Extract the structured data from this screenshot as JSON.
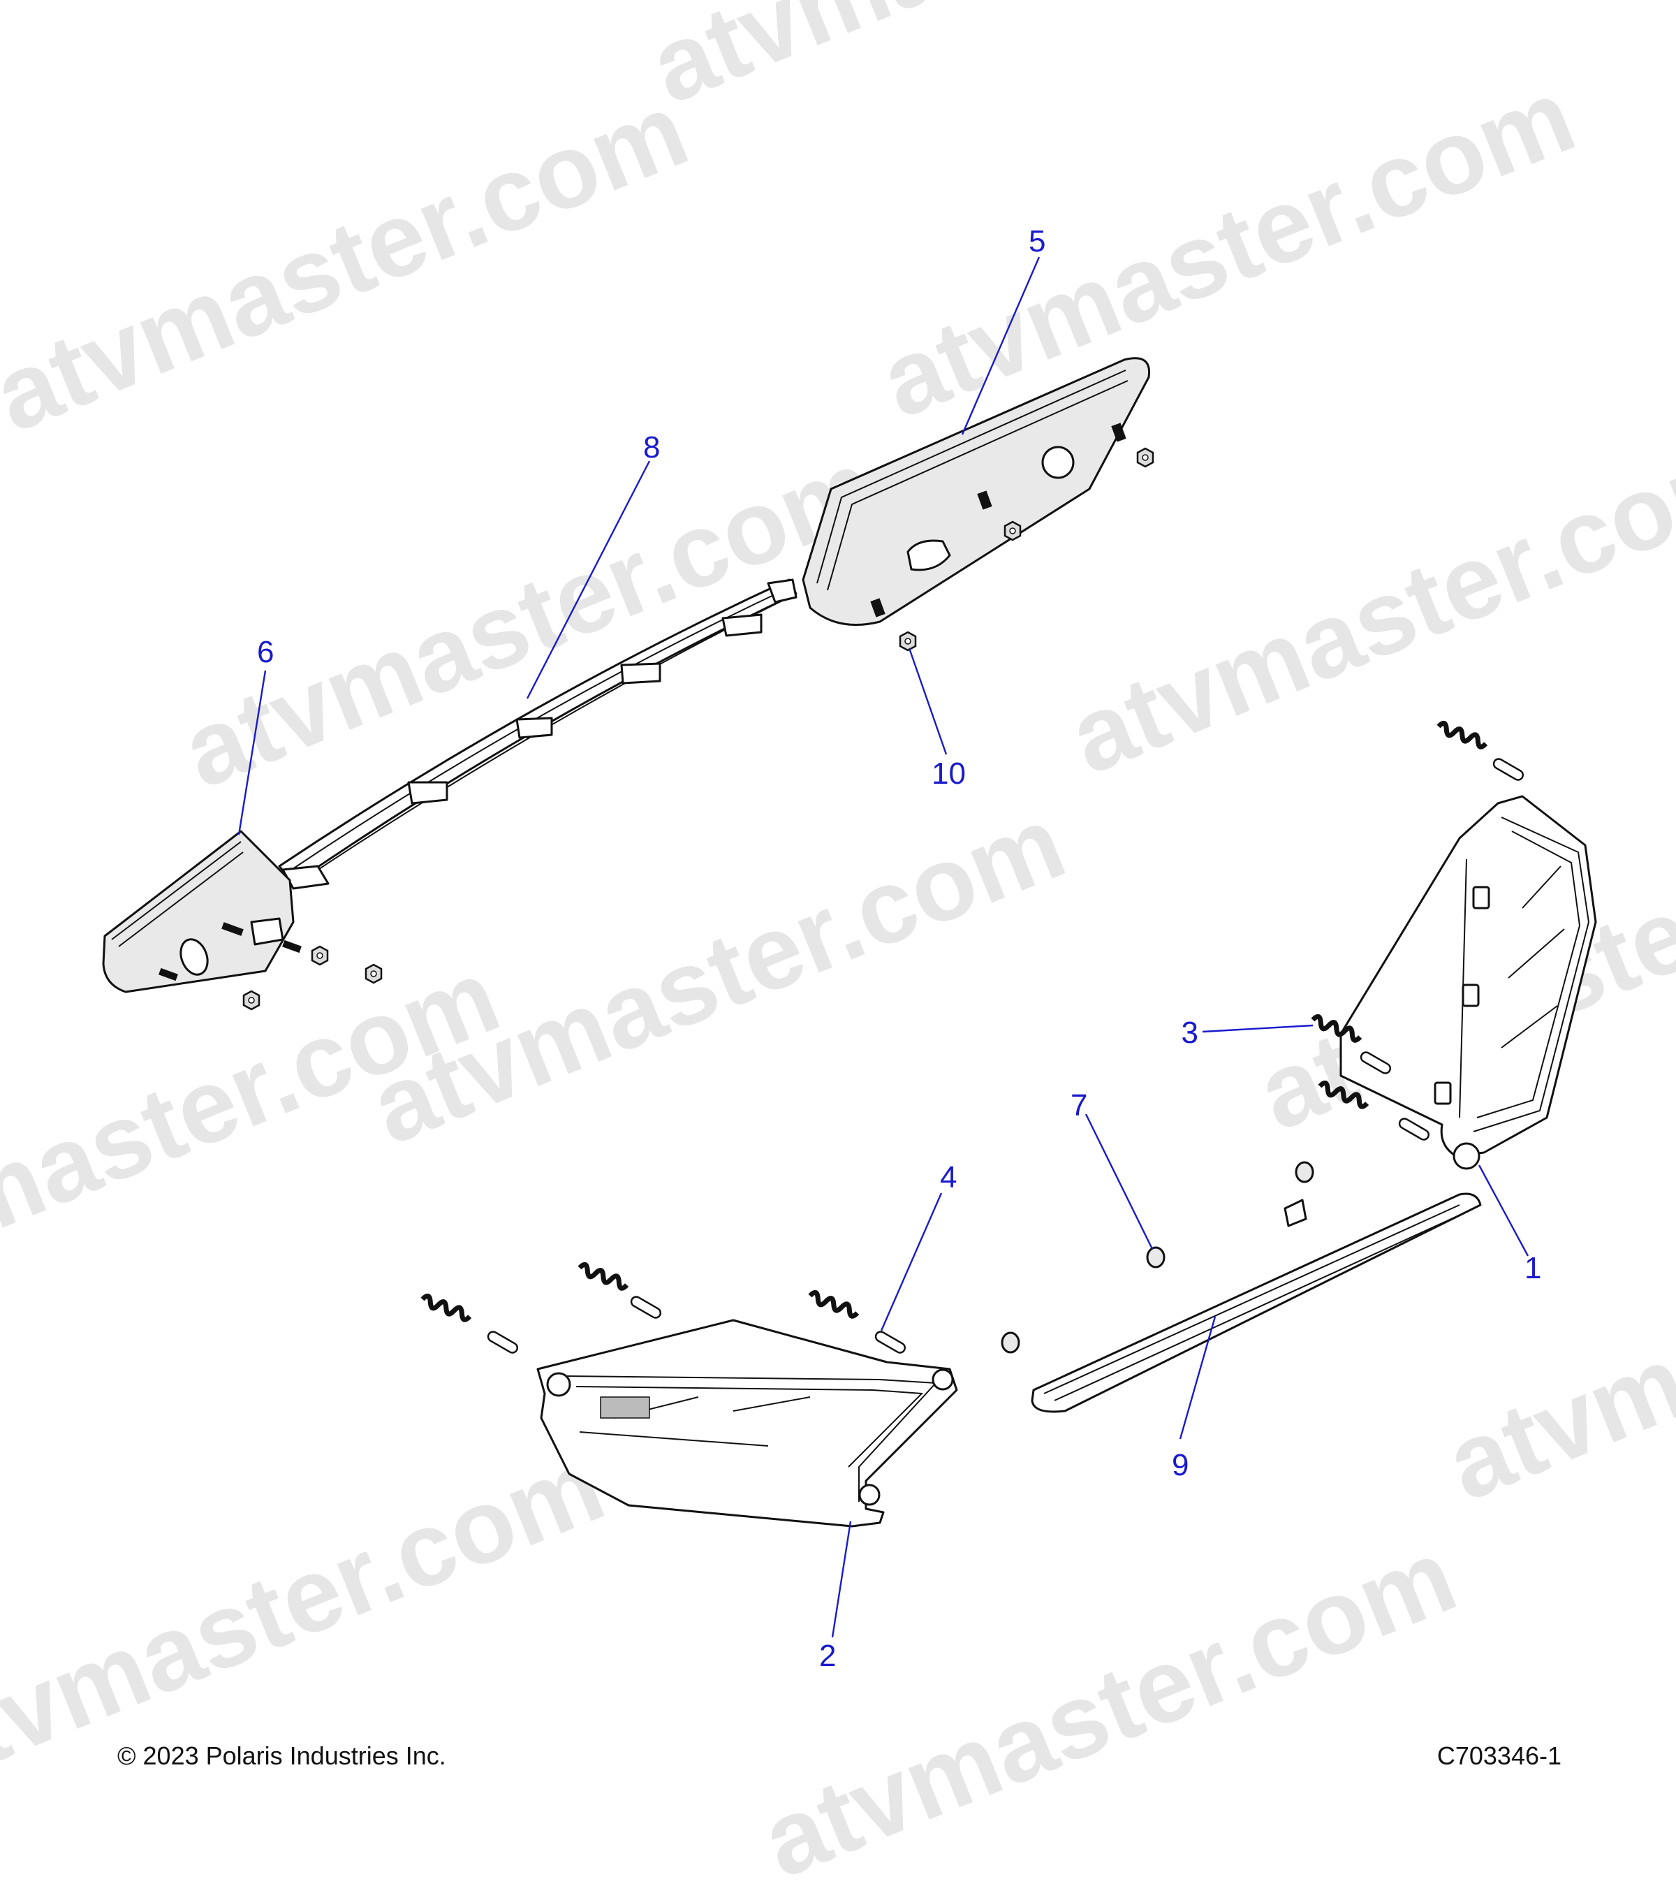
{
  "watermark": {
    "text": "atvmaster.com",
    "color": "#e6e6e6"
  },
  "callouts": [
    {
      "id": "1",
      "label": "1"
    },
    {
      "id": "2",
      "label": "2"
    },
    {
      "id": "3",
      "label": "3"
    },
    {
      "id": "4",
      "label": "4"
    },
    {
      "id": "5",
      "label": "5"
    },
    {
      "id": "6",
      "label": "6"
    },
    {
      "id": "7",
      "label": "7"
    },
    {
      "id": "8",
      "label": "8"
    },
    {
      "id": "9",
      "label": "9"
    },
    {
      "id": "10",
      "label": "10"
    }
  ],
  "footer": {
    "copyright": "© 2023 Polaris Industries Inc.",
    "figure_id": "C703346-1"
  },
  "colors": {
    "callout": "#1a1acc",
    "line": "#111111"
  }
}
